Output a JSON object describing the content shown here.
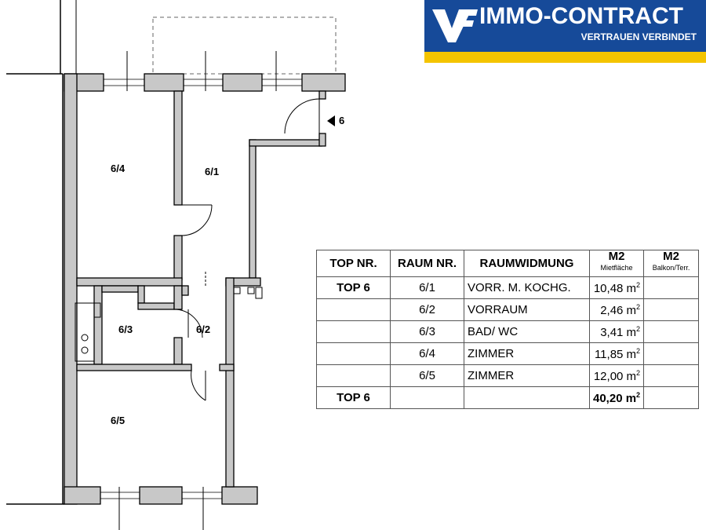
{
  "logo": {
    "brand": "IMMO-CONTRACT",
    "tagline": "VERTRAUEN VERBINDET",
    "colors": {
      "blue": "#164a99",
      "yellow": "#f4c400",
      "text": "#ffffff"
    }
  },
  "plan": {
    "rooms": [
      {
        "id": "room-6-4",
        "label": "6/4"
      },
      {
        "id": "room-6-1",
        "label": "6/1"
      },
      {
        "id": "room-6-3",
        "label": "6/3"
      },
      {
        "id": "room-6-2",
        "label": "6/2"
      },
      {
        "id": "room-6-5",
        "label": "6/5"
      }
    ],
    "entrance_label": "6",
    "colors": {
      "wall": "#c8c8c8",
      "wall_outline": "#000000"
    }
  },
  "table": {
    "headers": {
      "top_nr": "TOP NR.",
      "raum_nr": "RAUM NR.",
      "raumwidmung": "RAUMWIDMUNG",
      "m2_miet": "M2",
      "m2_miet_sub": "Mietfläche",
      "m2_balkon": "M2",
      "m2_balkon_sub": "Balkon/Terr."
    },
    "rows": [
      {
        "top": "TOP 6",
        "raum": "6/1",
        "use": "VORR. M. KOCHG.",
        "area": "10,48 m",
        "unit_sup": "2",
        "balkon": ""
      },
      {
        "top": "",
        "raum": "6/2",
        "use": "VORRAUM",
        "area": "2,46 m",
        "unit_sup": "2",
        "balkon": ""
      },
      {
        "top": "",
        "raum": "6/3",
        "use": "BAD/ WC",
        "area": "3,41 m",
        "unit_sup": "2",
        "balkon": ""
      },
      {
        "top": "",
        "raum": "6/4",
        "use": "ZIMMER",
        "area": "11,85 m",
        "unit_sup": "2",
        "balkon": ""
      },
      {
        "top": "",
        "raum": "6/5",
        "use": "ZIMMER",
        "area": "12,00 m",
        "unit_sup": "2",
        "balkon": ""
      }
    ],
    "total": {
      "top": "TOP 6",
      "raum": "",
      "use": "",
      "area": "40,20 m",
      "unit_sup": "2",
      "balkon": ""
    }
  }
}
